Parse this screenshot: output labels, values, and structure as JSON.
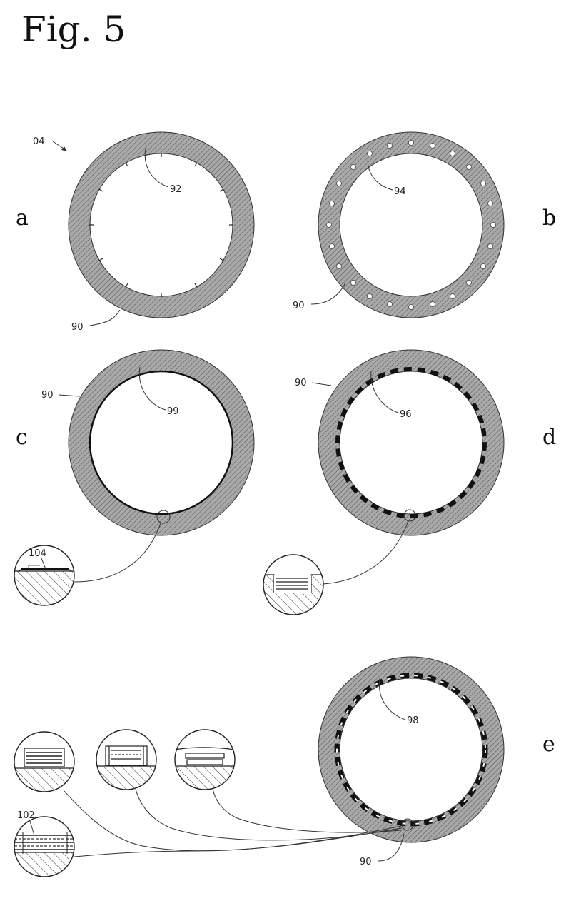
{
  "figure": {
    "title": "Fig. 5",
    "panel_labels": [
      "a",
      "b",
      "c",
      "d",
      "e"
    ]
  },
  "references": {
    "ref_04": "04",
    "ref_90": "90",
    "ref_92": "92",
    "ref_94": "94",
    "ref_96": "96",
    "ref_98": "98",
    "ref_99": "99",
    "ref_102": "102",
    "ref_104": "104"
  },
  "colors": {
    "ring_fill": "#9a9a9a",
    "ink": "#111111",
    "background": "#ffffff"
  }
}
